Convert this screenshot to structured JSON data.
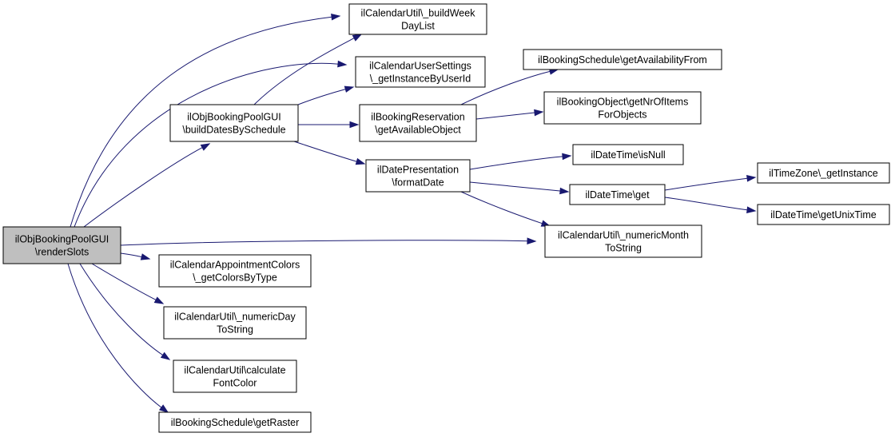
{
  "diagram": {
    "nodes": [
      {
        "id": "renderSlots",
        "lines": [
          "ilObjBookingPoolGUI",
          "\\renderSlots"
        ],
        "highlight": true
      },
      {
        "id": "buildDatesBySchedule",
        "lines": [
          "ilObjBookingPoolGUI",
          "\\buildDatesBySchedule"
        ]
      },
      {
        "id": "buildWeekDayList",
        "lines": [
          "ilCalendarUtil\\_buildWeek",
          "DayList"
        ]
      },
      {
        "id": "getInstanceByUserId",
        "lines": [
          "ilCalendarUserSettings",
          "\\_getInstanceByUserId"
        ]
      },
      {
        "id": "getAvailableObject",
        "lines": [
          "ilBookingReservation",
          "\\getAvailableObject"
        ]
      },
      {
        "id": "formatDate",
        "lines": [
          "ilDatePresentation",
          "\\formatDate"
        ]
      },
      {
        "id": "getColorsByType",
        "lines": [
          "ilCalendarAppointmentColors",
          "\\_getColorsByType"
        ]
      },
      {
        "id": "numericDayToString",
        "lines": [
          "ilCalendarUtil\\_numericDay",
          "ToString"
        ]
      },
      {
        "id": "calculateFontColor",
        "lines": [
          "ilCalendarUtil\\calculate",
          "FontColor"
        ]
      },
      {
        "id": "getRaster",
        "lines": [
          "ilBookingSchedule\\getRaster"
        ]
      },
      {
        "id": "getAvailabilityFrom",
        "lines": [
          "ilBookingSchedule\\getAvailabilityFrom"
        ]
      },
      {
        "id": "getNrOfItemsForObjects",
        "lines": [
          "ilBookingObject\\getNrOfItems",
          "ForObjects"
        ]
      },
      {
        "id": "isNull",
        "lines": [
          "ilDateTime\\isNull"
        ]
      },
      {
        "id": "get",
        "lines": [
          "ilDateTime\\get"
        ]
      },
      {
        "id": "numericMonthToString",
        "lines": [
          "ilCalendarUtil\\_numericMonth",
          "ToString"
        ]
      },
      {
        "id": "getInstance",
        "lines": [
          "ilTimeZone\\_getInstance"
        ]
      },
      {
        "id": "getUnixTime",
        "lines": [
          "ilDateTime\\getUnixTime"
        ]
      }
    ],
    "edges": [
      {
        "from": "renderSlots",
        "to": "buildWeekDayList"
      },
      {
        "from": "renderSlots",
        "to": "getInstanceByUserId"
      },
      {
        "from": "renderSlots",
        "to": "buildDatesBySchedule"
      },
      {
        "from": "renderSlots",
        "to": "numericMonthToString"
      },
      {
        "from": "renderSlots",
        "to": "getColorsByType"
      },
      {
        "from": "renderSlots",
        "to": "numericDayToString"
      },
      {
        "from": "renderSlots",
        "to": "calculateFontColor"
      },
      {
        "from": "renderSlots",
        "to": "getRaster"
      },
      {
        "from": "buildDatesBySchedule",
        "to": "buildWeekDayList"
      },
      {
        "from": "buildDatesBySchedule",
        "to": "getInstanceByUserId"
      },
      {
        "from": "buildDatesBySchedule",
        "to": "getAvailableObject"
      },
      {
        "from": "buildDatesBySchedule",
        "to": "formatDate"
      },
      {
        "from": "getAvailableObject",
        "to": "getAvailabilityFrom"
      },
      {
        "from": "getAvailableObject",
        "to": "getNrOfItemsForObjects"
      },
      {
        "from": "formatDate",
        "to": "isNull"
      },
      {
        "from": "formatDate",
        "to": "get"
      },
      {
        "from": "formatDate",
        "to": "numericMonthToString"
      },
      {
        "from": "get",
        "to": "getInstance"
      },
      {
        "from": "get",
        "to": "getUnixTime"
      }
    ],
    "colors": {
      "edge": "#191970",
      "root_fill": "#bfbfbf",
      "node_fill": "#ffffff",
      "node_stroke": "#000000"
    }
  }
}
